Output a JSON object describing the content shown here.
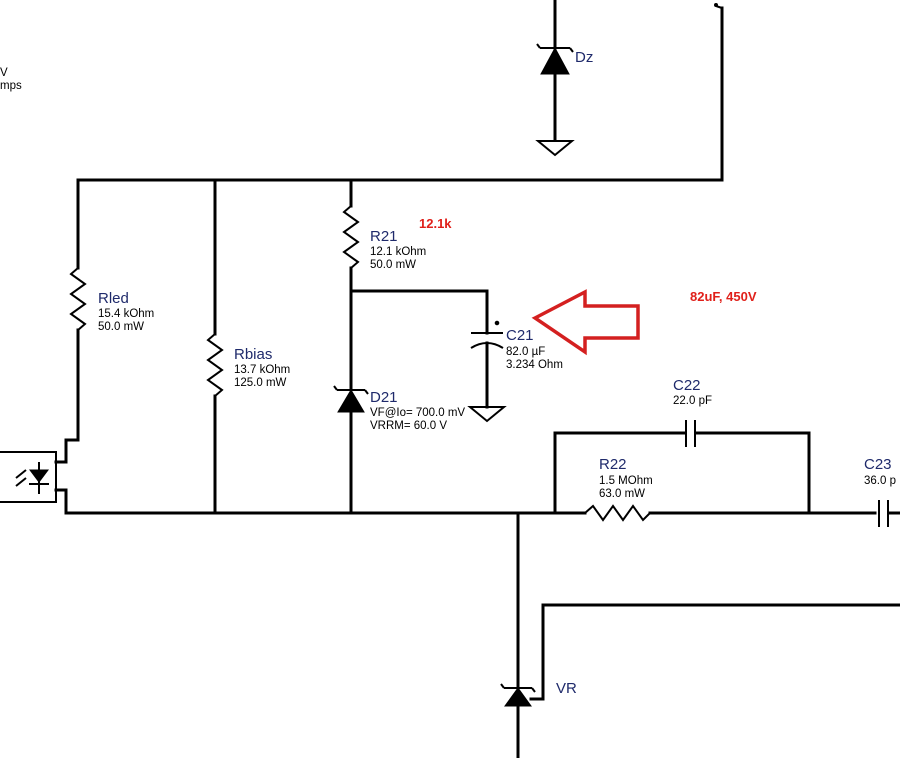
{
  "edge_text": {
    "line1": "V",
    "line2": "mps"
  },
  "annotations": {
    "r21_note": "12.1k",
    "c21_note": "82uF, 450V"
  },
  "components": {
    "dz": {
      "ref": "Dz"
    },
    "rled": {
      "ref": "Rled",
      "value": "15.4 kOhm",
      "power": "50.0 mW"
    },
    "rbias": {
      "ref": "Rbias",
      "value": "13.7 kOhm",
      "power": "125.0 mW"
    },
    "r21": {
      "ref": "R21",
      "value": "12.1 kOhm",
      "power": "50.0 mW"
    },
    "c21": {
      "ref": "C21",
      "value": "82.0 µF",
      "esr": "3.234 Ohm"
    },
    "d21": {
      "ref": "D21",
      "vf": "VF@Io= 700.0 mV",
      "vrrm": "VRRM= 60.0 V"
    },
    "c22": {
      "ref": "C22",
      "value": "22.0 pF"
    },
    "r22": {
      "ref": "R22",
      "value": "1.5 MOhm",
      "power": "63.0 mW"
    },
    "c23": {
      "ref": "C23",
      "value": "36.0 p"
    },
    "vr": {
      "ref": "VR"
    }
  },
  "colors": {
    "wire": "#000000",
    "ref_text": "#1f2a6b",
    "annotation": "#e0201a",
    "arrow": "#d42020"
  },
  "icons": {
    "arrow": "pointer-arrow-icon"
  }
}
